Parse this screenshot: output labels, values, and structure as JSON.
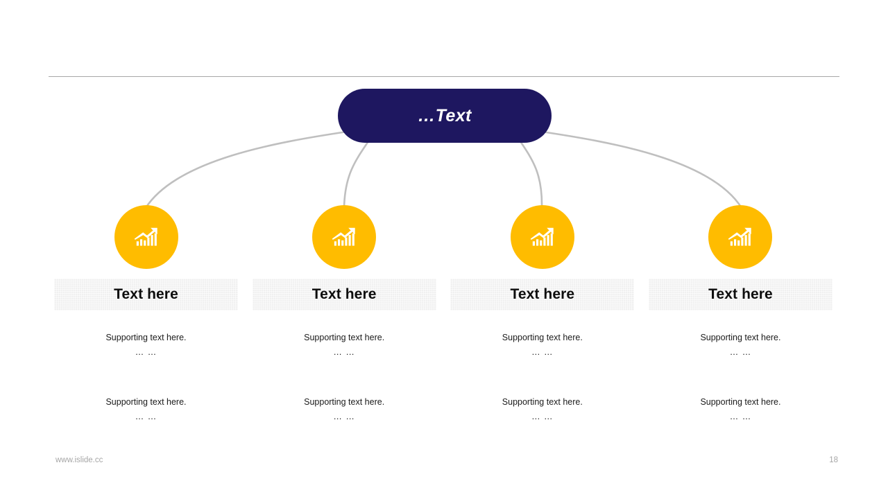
{
  "slide": {
    "hub": {
      "label": "…Text",
      "bg_color": "#1e1760",
      "text_color": "#ffffff"
    },
    "divider": {
      "color": "#a6a6a6"
    },
    "connector": {
      "color": "#bfbfbf"
    },
    "columns": [
      {
        "icon": "growth-chart-icon",
        "icon_bg": "#ffbc00",
        "title": "Text here",
        "support": [
          {
            "line": "Supporting text here.",
            "dots": "… …"
          },
          {
            "line": "Supporting text here.",
            "dots": "… …"
          }
        ]
      },
      {
        "icon": "growth-chart-icon",
        "icon_bg": "#ffbc00",
        "title": "Text here",
        "support": [
          {
            "line": "Supporting text here.",
            "dots": "… …"
          },
          {
            "line": "Supporting text here.",
            "dots": "… …"
          }
        ]
      },
      {
        "icon": "growth-chart-icon",
        "icon_bg": "#ffbc00",
        "title": "Text here",
        "support": [
          {
            "line": "Supporting text here.",
            "dots": "… …"
          },
          {
            "line": "Supporting text here.",
            "dots": "… …"
          }
        ]
      },
      {
        "icon": "growth-chart-icon",
        "icon_bg": "#ffbc00",
        "title": "Text here",
        "support": [
          {
            "line": "Supporting text here.",
            "dots": "… …"
          },
          {
            "line": "Supporting text here.",
            "dots": "… …"
          }
        ]
      }
    ],
    "footer": {
      "site": "www.islide.cc",
      "page_number": "18"
    }
  }
}
